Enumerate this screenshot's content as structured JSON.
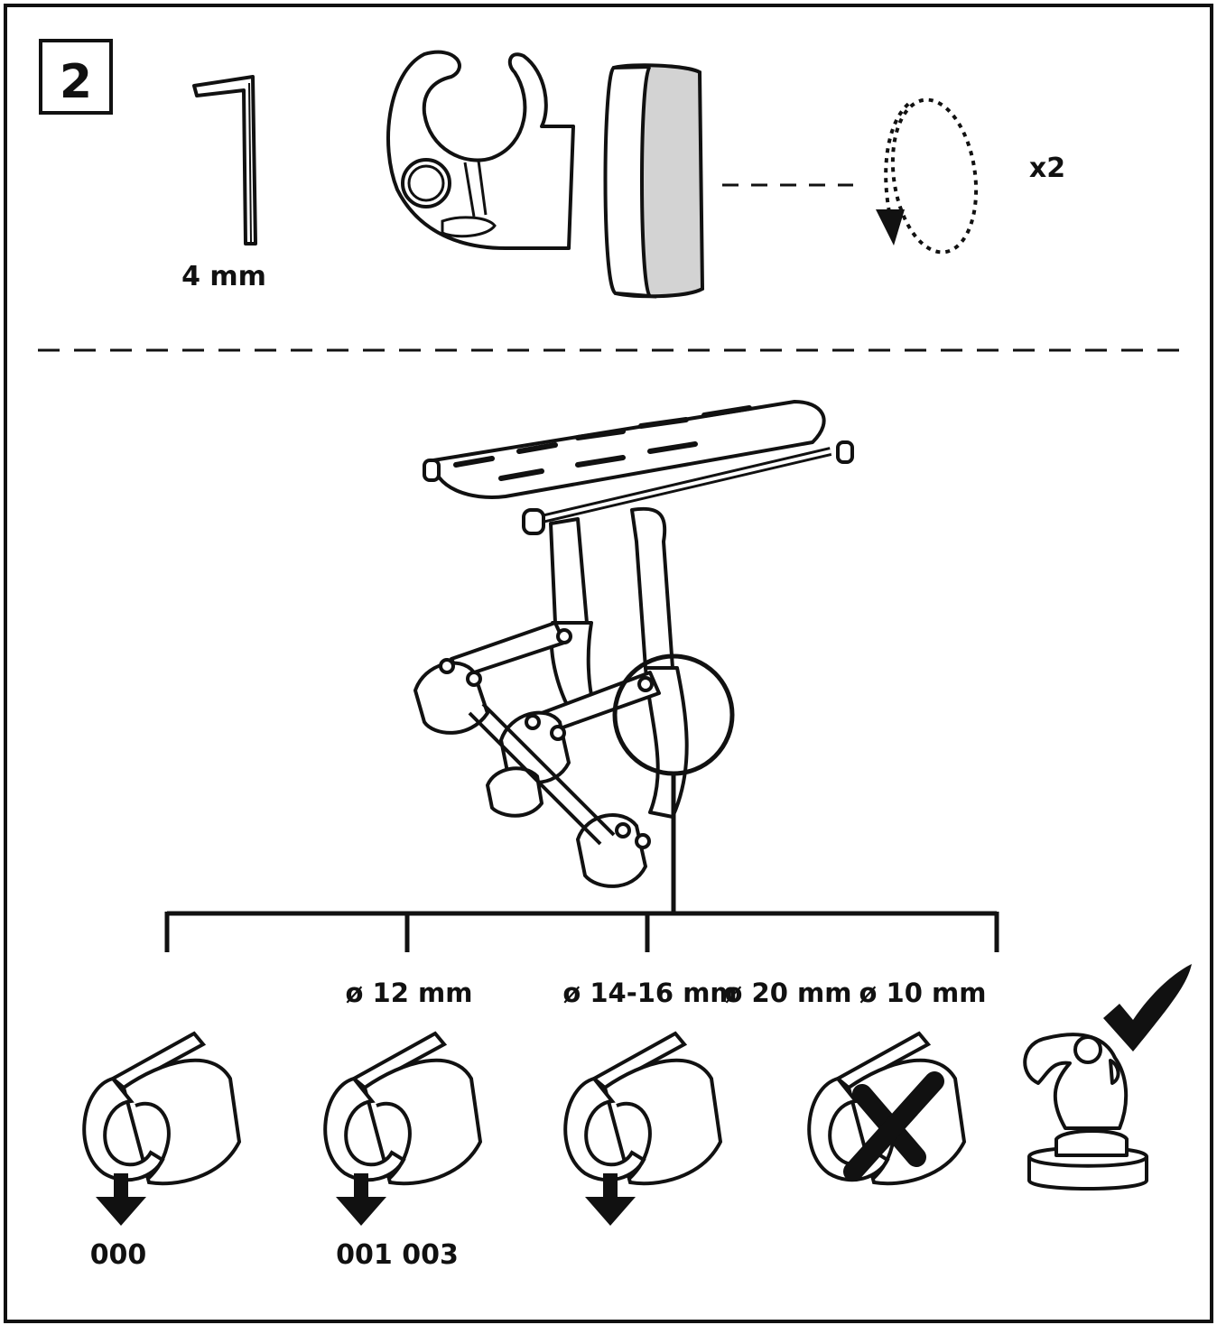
{
  "step": {
    "number": "2"
  },
  "tools": {
    "hex_key_size": "4 mm",
    "quantity": "x2"
  },
  "adapters": [
    {
      "diameter": "",
      "part_number": "000"
    },
    {
      "diameter": "ø 12 mm",
      "part_number": "001 003"
    },
    {
      "diameter": "ø 14-16 mm",
      "part_number": ""
    },
    {
      "diameter": "ø 20 mm",
      "part_number": ""
    },
    {
      "diameter": "ø 10 mm",
      "part_number": ""
    }
  ],
  "icons": {
    "step_box": "step-number-box",
    "hex_key": "hex-key-icon",
    "clamp": "clamp-with-pad-icon",
    "rotation": "rotate-counterclockwise-icon",
    "rack": "bike-rack-illustration",
    "detail_circle": "detail-circle",
    "branch": "branch-connector",
    "adapter": "adapter-sleeve-icon",
    "down_arrow": "down-arrow-icon",
    "cross": "cross-mark-icon",
    "check": "check-mark-icon"
  },
  "colors": {
    "ink": "#111111",
    "pad": "#d3d3d3",
    "paper": "#ffffff"
  }
}
